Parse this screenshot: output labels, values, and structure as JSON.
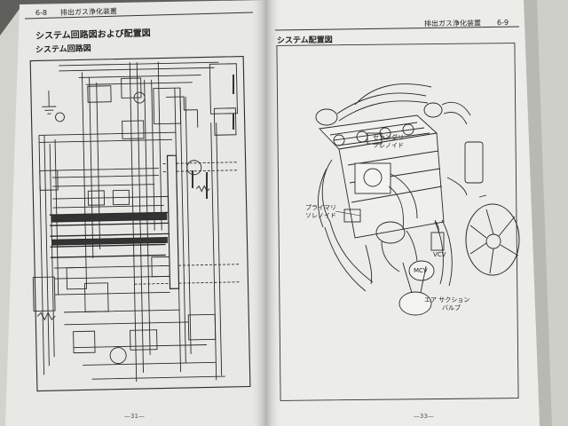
{
  "left_page": {
    "header_number": "6-8",
    "header_title": "排出ガス浄化装置",
    "section_title": "システム回路図および配置図",
    "subsection_title": "システム回路図",
    "footer": "—31—"
  },
  "right_page": {
    "header_title": "排出ガス浄化装置",
    "header_number": "6-9",
    "section_title": "システム配置図",
    "engine_labels": {
      "secondary_solenoid": [
        "セカンダリ",
        "ソレノイド"
      ],
      "primary_solenoid": [
        "プライマリ",
        "ソレノイド"
      ],
      "vcv": "VCV",
      "mcv": "MCV",
      "air_suction_valve": [
        "エア サクション",
        "バルブ"
      ]
    },
    "footer": "—33—"
  }
}
